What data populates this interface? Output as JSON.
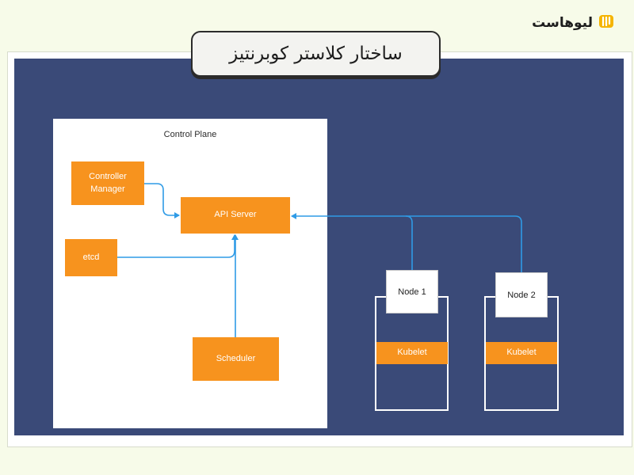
{
  "brand": {
    "name": "لیوهاست"
  },
  "title": "ساختار کلاستر کوبرنتیز",
  "control_plane": {
    "label": "Control Plane",
    "controller_manager": [
      "Controller",
      "Manager"
    ],
    "api_server": "API Server",
    "etcd": "etcd",
    "scheduler": "Scheduler"
  },
  "nodes": [
    {
      "name": "Node 1",
      "kubelet": "Kubelet"
    },
    {
      "name": "Node 2",
      "kubelet": "Kubelet"
    }
  ],
  "colors": {
    "page_background": "#f7fbe9",
    "canvas": "#3a4a78",
    "component": "#f7931e",
    "arrow": "#2f9be6",
    "logo": "#f5b400"
  }
}
